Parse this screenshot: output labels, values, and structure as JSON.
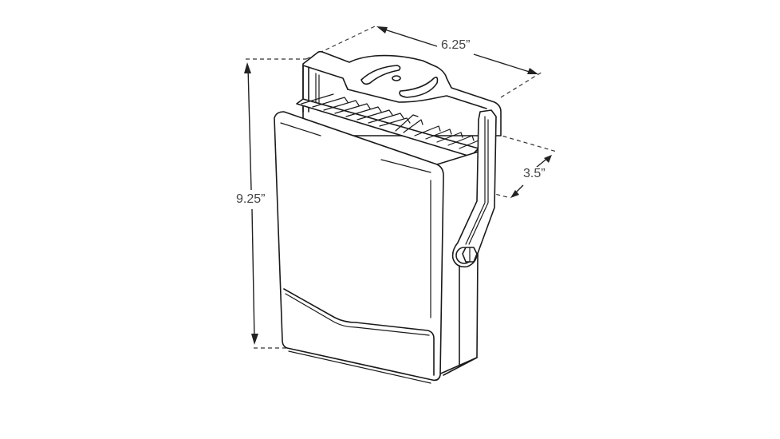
{
  "diagram": {
    "subject": "Wall-mount illuminator with U-bracket and finned heatsink",
    "dimensions": {
      "width": {
        "label": "6.25”",
        "axis": "width"
      },
      "height": {
        "label": "9.25”",
        "axis": "height"
      },
      "depth": {
        "label": "3.5”",
        "axis": "depth"
      }
    },
    "colors": {
      "background": "#ffffff",
      "line": "#1a1a1a",
      "label": "#444444"
    }
  }
}
